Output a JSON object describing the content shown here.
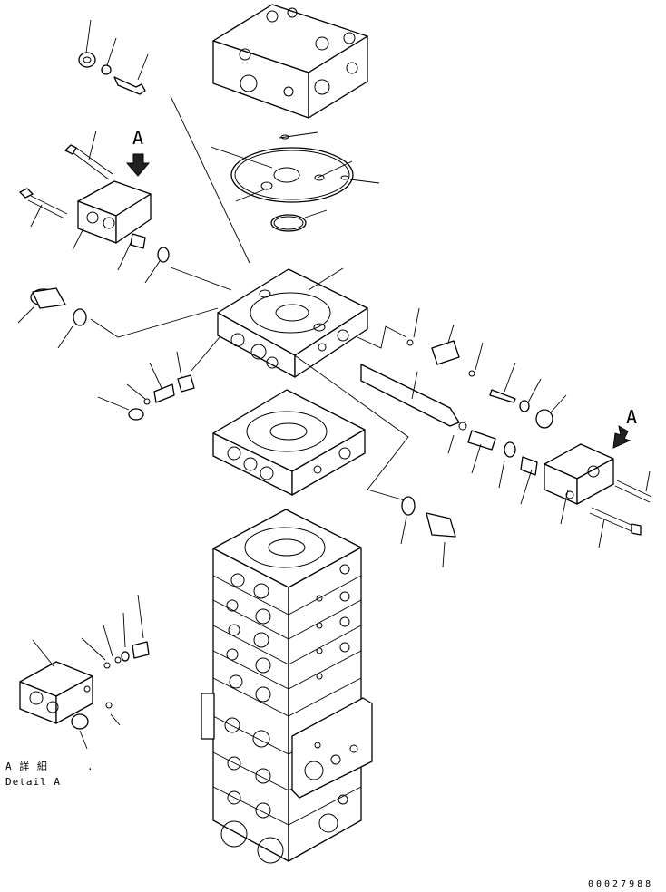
{
  "labels": {
    "view_a_left": "A",
    "view_a_right": "A",
    "detail_jp": "A 詳 細",
    "detail_en": "Detail A",
    "detail_mark": ".",
    "document_number": "00027988"
  }
}
